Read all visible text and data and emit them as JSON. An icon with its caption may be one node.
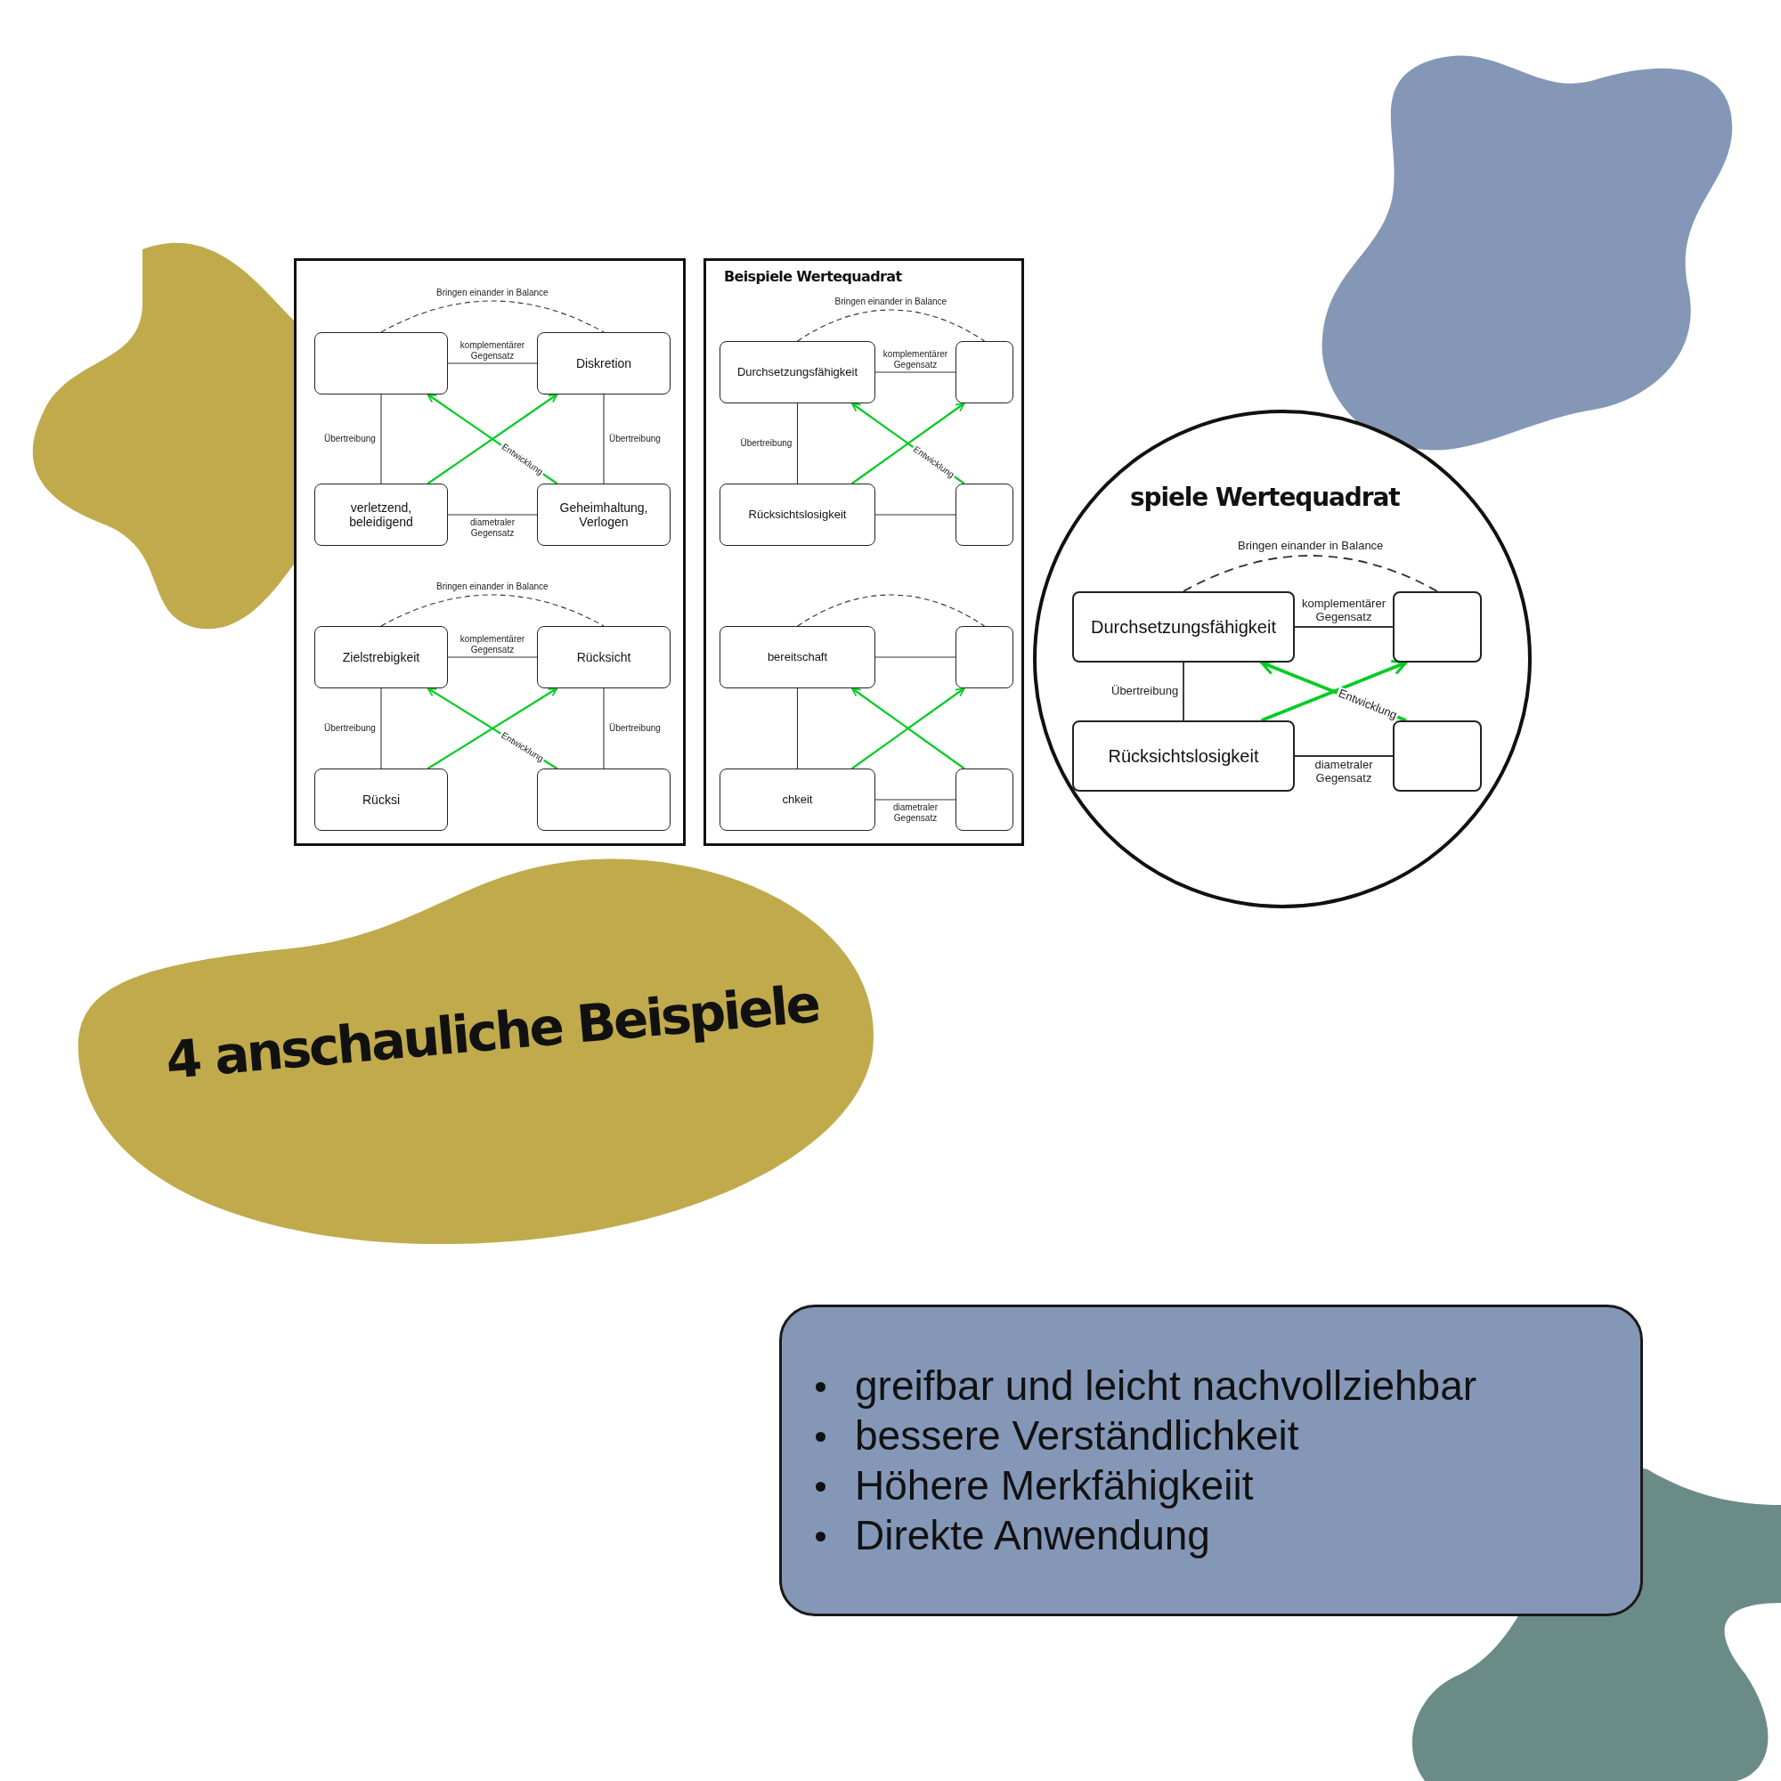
{
  "diagram": {
    "nodes": [
      {
        "text": [],
        "shape": "box"
      },
      {
        "text": [],
        "shape": "box",
        "in": 0
      },
      {
        "text": [
          "Diskretion"
        ],
        "in": 0
      },
      {
        "text": [
          "verletzend, beleidigend"
        ],
        "in": 0
      },
      {
        "text": [
          "Geheimhaltung, Verlogen"
        ],
        "in": 0
      },
      {
        "text": [
          "Zielstrebigkeit"
        ],
        "in": 0
      },
      {
        "text": [
          "Rücksicht"
        ],
        "in": 0
      },
      {
        "text": [
          "Rücksi"
        ],
        "in": 0
      },
      {
        "text": [],
        "shape": "box",
        "in": 0
      },
      {
        "text": [
          "Beispiele Wertequadrat"
        ]
      },
      {
        "text": [
          "Durchsetzungsfähigkeit"
        ],
        "in": 9
      },
      {
        "text": [],
        "shape": "box",
        "in": 9
      },
      {
        "text": [
          "Rücksichtslosigkeit"
        ],
        "in": 9
      },
      {
        "text": [],
        "shape": "box",
        "in": 9
      },
      {
        "text": [
          "bereitschaft"
        ],
        "in": 9
      },
      {
        "text": [],
        "shape": "box",
        "in": 9
      },
      {
        "text": [
          "chkeit"
        ],
        "in": 9
      },
      {
        "text": [],
        "shape": "box",
        "in": 9
      },
      {
        "text": [
          "spiele Wertequadrat"
        ]
      },
      {
        "text": [
          "Durchsetzungsfähigkeit"
        ],
        "in": 18
      },
      {
        "text": [],
        "shape": "box",
        "in": 18
      },
      {
        "text": [
          "Rücksichtslosigkeit"
        ],
        "in": 18
      },
      {
        "text": [],
        "shape": "box",
        "in": 18
      },
      {
        "text": [
          "4 anschauliche Beispiele"
        ]
      },
      {
        "text": [
          "greifbar und leicht nachvollziehbar",
          "bessere Verständlichkeit",
          "Höhere Merkfähigkeiit",
          "Direkte Anwendung"
        ]
      }
    ],
    "edges": [
      {
        "from": 1,
        "to": 2,
        "arrow": "none",
        "style": "dashed",
        "label": "Bringen einander in Balance"
      },
      {
        "from": 1,
        "to": 2,
        "arrow": "none",
        "label": "komplementärer Gegensatz"
      },
      {
        "from": 1,
        "to": 3,
        "arrow": "none",
        "label": "Übertreibung"
      },
      {
        "from": 2,
        "to": 4,
        "arrow": "none",
        "label": "Übertreibung"
      },
      {
        "from": 3,
        "to": 4,
        "arrow": "none",
        "label": "diametraler Gegensatz"
      },
      {
        "from": 3,
        "to": 2,
        "arrow": "to",
        "color": "#00cc22"
      },
      {
        "from": 4,
        "to": 1,
        "arrow": "to",
        "color": "#00cc22",
        "label": "Entwicklung"
      },
      {
        "from": 5,
        "to": 6,
        "arrow": "none",
        "style": "dashed",
        "label": "Bringen einander in Balance"
      },
      {
        "from": 5,
        "to": 6,
        "arrow": "none",
        "label": "komplementärer Gegensatz"
      },
      {
        "from": 5,
        "to": 7,
        "arrow": "none",
        "label": "Übertreibung"
      },
      {
        "from": 6,
        "to": 8,
        "arrow": "none",
        "label": "Übertreibung"
      },
      {
        "from": 7,
        "to": 6,
        "arrow": "to",
        "color": "#00cc22"
      },
      {
        "from": 8,
        "to": 5,
        "arrow": "to",
        "color": "#00cc22",
        "label": "Entwicklung"
      },
      {
        "from": 10,
        "to": 11,
        "arrow": "none",
        "style": "dashed",
        "label": "Bringen einander in Balance"
      },
      {
        "from": 10,
        "to": 11,
        "arrow": "none",
        "label": "komplementärer Gegensatz"
      },
      {
        "from": 10,
        "to": 12,
        "arrow": "none",
        "label": "Übertreibung"
      },
      {
        "from": 12,
        "to": 13,
        "arrow": "none"
      },
      {
        "from": 12,
        "to": 11,
        "arrow": "to",
        "color": "#00cc22"
      },
      {
        "from": 13,
        "to": 10,
        "arrow": "to",
        "color": "#00cc22",
        "label": "Entwicklung"
      },
      {
        "from": 14,
        "to": 15,
        "arrow": "none",
        "style": "dashed"
      },
      {
        "from": 14,
        "to": 15,
        "arrow": "none"
      },
      {
        "from": 14,
        "to": 16,
        "arrow": "none"
      },
      {
        "from": 16,
        "to": 17,
        "arrow": "none",
        "label": "diametraler Gegensatz"
      },
      {
        "from": 16,
        "to": 15,
        "arrow": "to",
        "color": "#00cc22"
      },
      {
        "from": 17,
        "to": 14,
        "arrow": "to",
        "color": "#00cc22"
      },
      {
        "from": 19,
        "to": 20,
        "arrow": "none",
        "style": "dashed",
        "label": "Bringen einander in Balance"
      },
      {
        "from": 19,
        "to": 20,
        "arrow": "none",
        "label": "komplementärer Gegensatz"
      },
      {
        "from": 19,
        "to": 21,
        "arrow": "none",
        "label": "Übertreibung"
      },
      {
        "from": 21,
        "to": 22,
        "arrow": "none",
        "label": "diametraler Gegensatz"
      },
      {
        "from": 21,
        "to": 20,
        "arrow": "to",
        "color": "#00cc22"
      },
      {
        "from": 22,
        "to": 19,
        "arrow": "to",
        "color": "#00cc22",
        "label": "Entwicklung"
      }
    ]
  }
}
